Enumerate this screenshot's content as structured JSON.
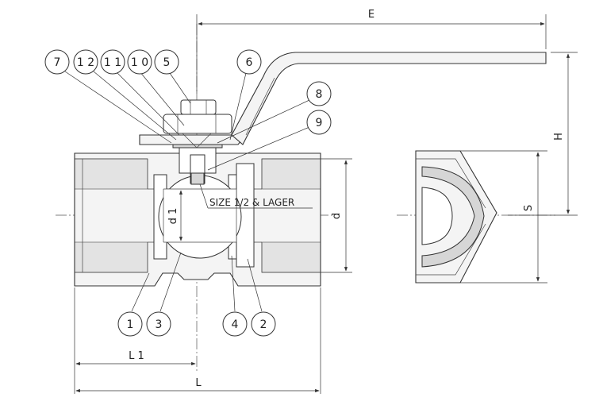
{
  "diagram": {
    "dimensions": {
      "E": "E",
      "H": "H",
      "S": "S",
      "d": "d",
      "d1": "d 1",
      "L1": "L 1",
      "L": "L"
    },
    "note": "SIZE 1/2 & LAGER",
    "callouts": {
      "c7": "7",
      "c12": "1 2",
      "c11": "1 1",
      "c10": "1 0",
      "c5": "5",
      "c6": "6",
      "c8": "8",
      "c9": "9",
      "c1": "1",
      "c3": "3",
      "c4": "4",
      "c2": "2"
    }
  }
}
